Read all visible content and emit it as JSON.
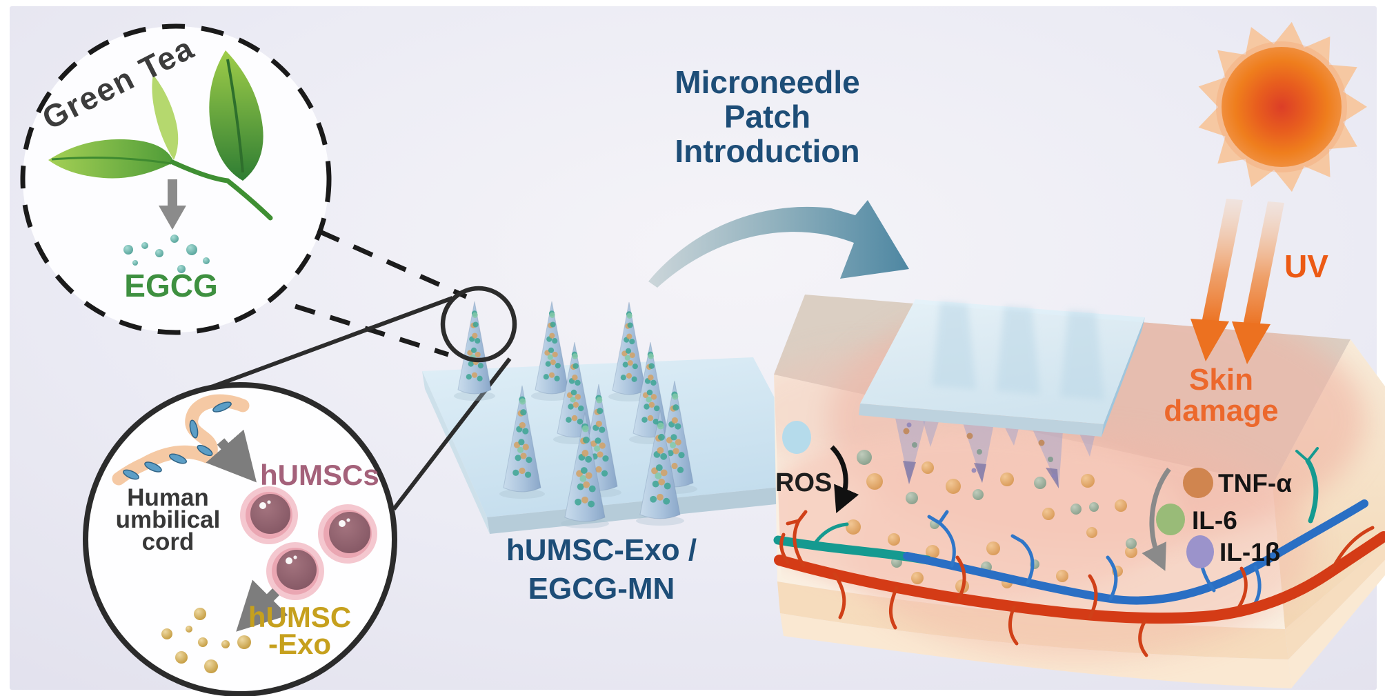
{
  "figure": {
    "green_tea_circle": {
      "title": "Green Tea",
      "product": "EGCG"
    },
    "umbilical_circle": {
      "source_line1": "Human",
      "source_line2": "umbilical",
      "source_line3": "cord",
      "cells_label": "hUMSCs",
      "product_line1": "hUMSC",
      "product_line2": "-Exo"
    },
    "patch": {
      "label_line1": "hUMSC-Exo /",
      "label_line2": "EGCG-MN"
    },
    "intro": {
      "line1": "Microneedle",
      "line2": "Patch",
      "line3": "Introduction"
    },
    "sun": {
      "uv_label": "UV"
    },
    "skin": {
      "damage_line1": "Skin",
      "damage_line2": "damage",
      "ros_label": "ROS",
      "cytokines": [
        {
          "label": "TNF-α",
          "color": "#d0854f"
        },
        {
          "label": "IL-6",
          "color": "#99bb78"
        },
        {
          "label": "IL-1β",
          "color": "#9b93cb"
        }
      ]
    },
    "colors": {
      "background": "#ebebf4",
      "headline_blue": "#1d4d77",
      "green_text": "#3e9040",
      "mauve_text": "#a4617a",
      "gold_text": "#c6a01d",
      "orange_text": "#ec5a14",
      "egcg_dot": "#55a39a",
      "exosome_dot": "#c49b3f",
      "vessel_red": "#d43b16",
      "vessel_blue": "#2a6fc4",
      "vessel_teal": "#159a90"
    },
    "icons": {
      "tea-leaves-icon": "green tea leaves",
      "down-arrow-icon": "gray extraction arrow",
      "umbilical-cord-icon": "human umbilical cord",
      "stem-cell-icon": "mesenchymal stem cells",
      "exosome-dots-icon": "exosome particles",
      "microneedle-patch-icon": "cone microneedle array on base",
      "magnifier-icon": "zoom circle on needle tip",
      "curved-arrow-icon": "patch application arrow",
      "sun-icon": "sun",
      "uv-beam-icon": "UV rays hitting skin",
      "skin-block-icon": "3D skin cross-section",
      "blood-vessel-icon": "dermal blood vessels",
      "ros-blob-icon": "reactive oxygen species droplet",
      "cytokine-dot-icon": "inflammatory cytokine spheres"
    }
  }
}
